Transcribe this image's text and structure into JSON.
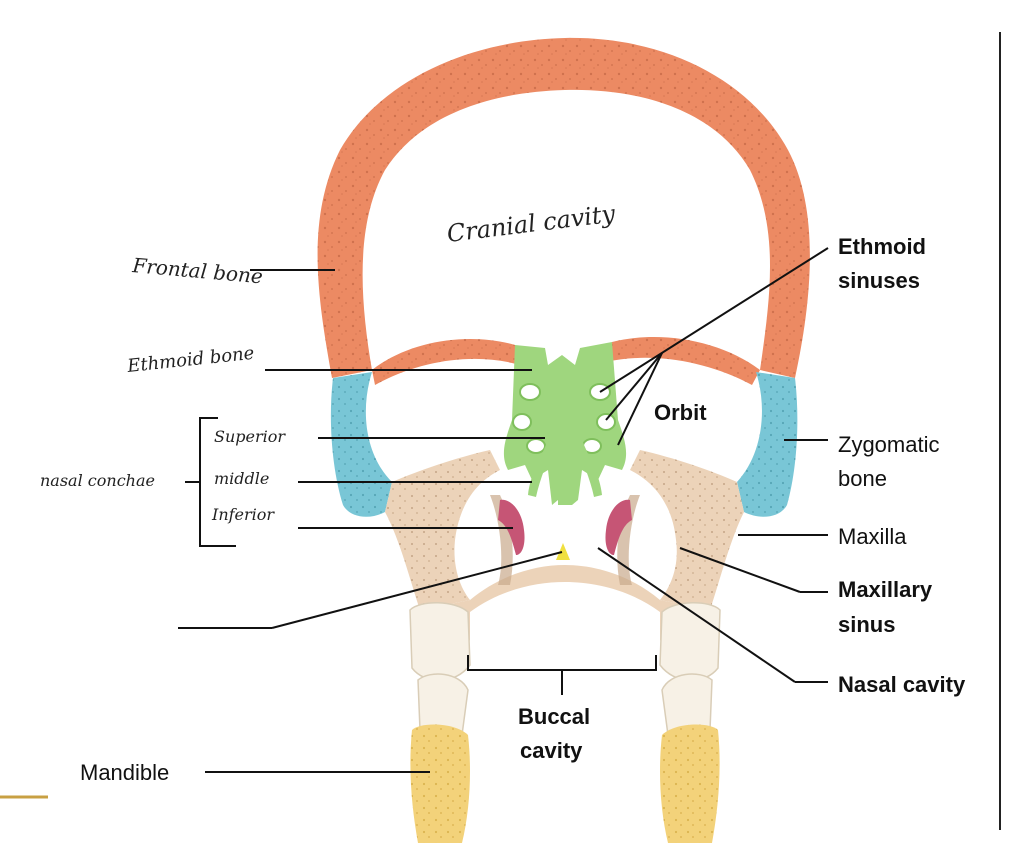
{
  "labels": {
    "cranial_cavity": "Cranial cavity",
    "frontal_bone": "Frontal bone",
    "ethmoid_bone": "Ethmoid bone",
    "superior": "Superior",
    "middle": "middle",
    "inferior": "Inferior",
    "nasal_conchae": "nasal conchae",
    "ethmoid_sinuses_1": "Ethmoid",
    "ethmoid_sinuses_2": "sinuses",
    "orbit": "Orbit",
    "zygomatic_1": "Zygomatic",
    "zygomatic_2": "bone",
    "maxilla": "Maxilla",
    "maxillary_sinus_1": "Maxillary",
    "maxillary_sinus_2": "sinus",
    "nasal_cavity": "Nasal cavity",
    "buccal_cavity_1": "Buccal",
    "buccal_cavity_2": "cavity",
    "mandible": "Mandible"
  },
  "colors": {
    "frontal_bone": "#ec8a63",
    "frontal_bone_dark": "#c86a45",
    "zygomatic": "#79c6d6",
    "ethmoid": "#9fd67e",
    "maxilla": "#ecd3b9",
    "maxilla_dark": "#c9a98b",
    "concha": "#c65575",
    "mandible": "#f3d27a",
    "tooth": "#f7f1e6",
    "vomer": "#f0e040",
    "accent_line": "#c8a043"
  }
}
